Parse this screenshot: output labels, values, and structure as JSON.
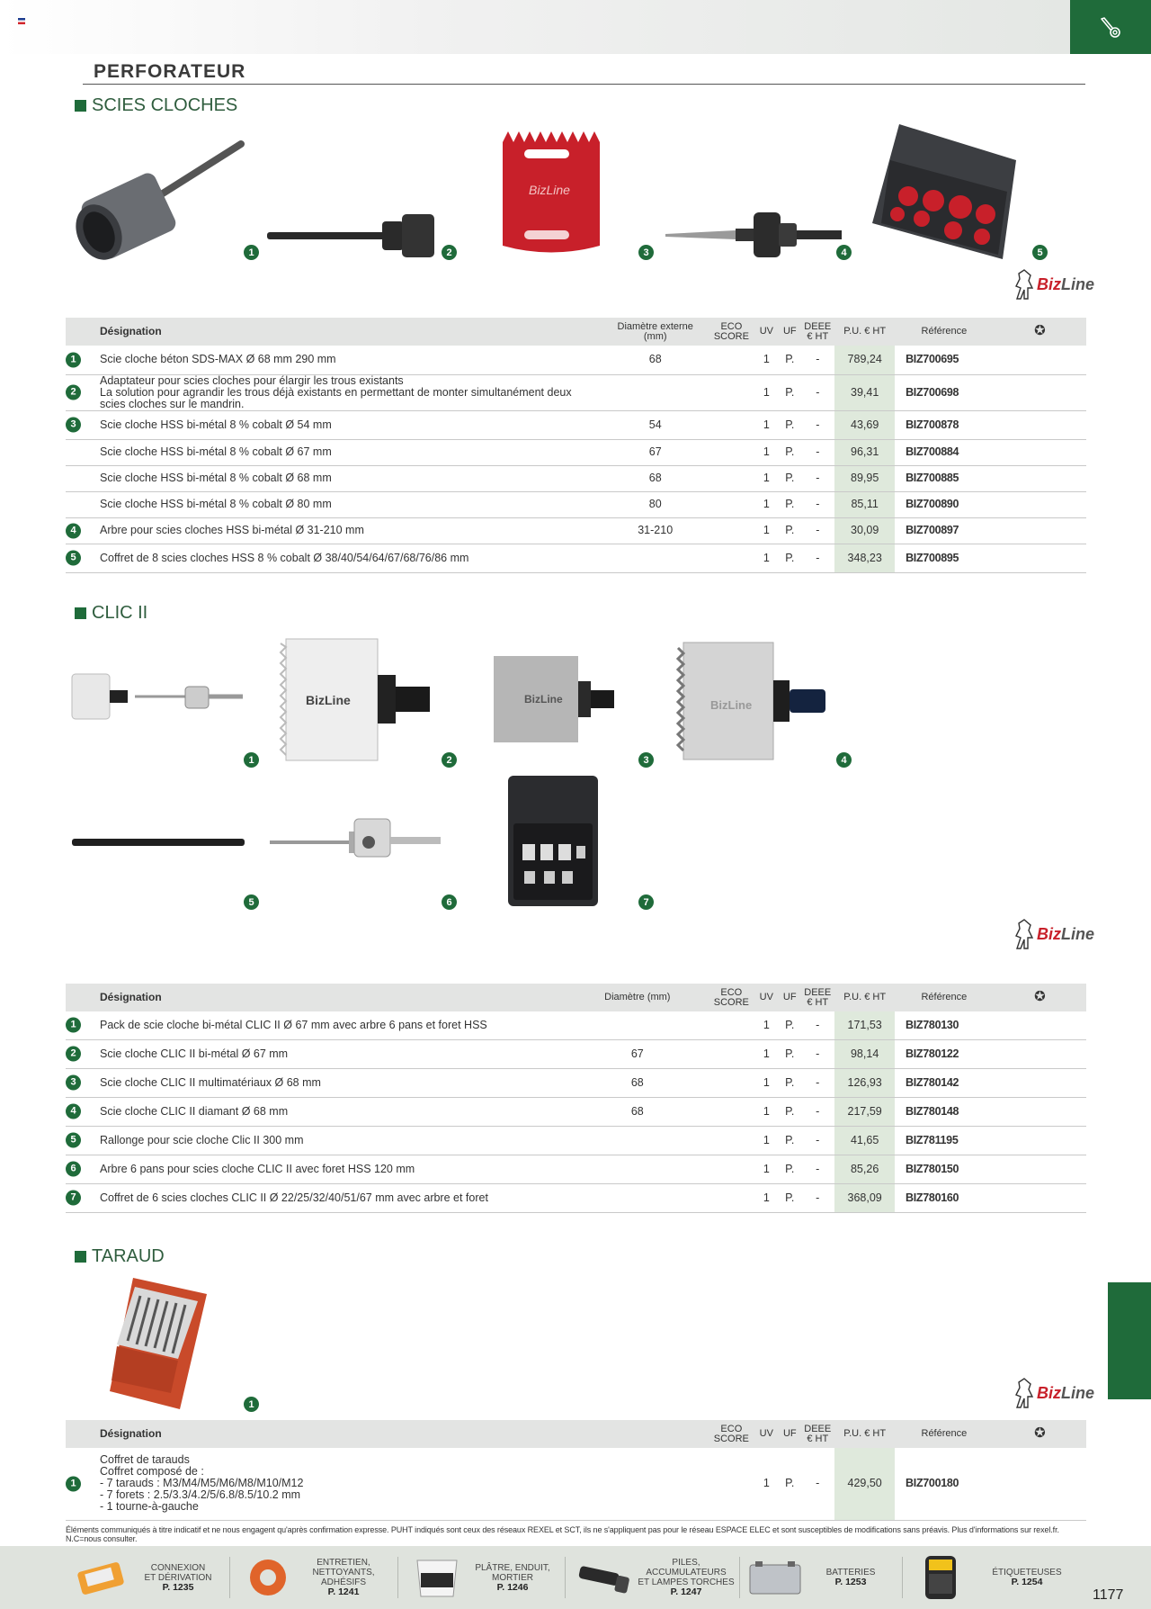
{
  "header": {
    "title": "PERFORATEUR",
    "tool_icon": "wrench-gear-icon"
  },
  "sections": [
    {
      "title": "SCIES CLOCHES"
    },
    {
      "title": "CLIC II"
    },
    {
      "title": "TARAUD"
    }
  ],
  "brand": {
    "part1": "Biz",
    "part2": "Line"
  },
  "table_headers": {
    "designation": "Désignation",
    "diam_ext": "Diamètre externe (mm)",
    "diam": "Diamètre (mm)",
    "eco1": "ECO",
    "eco2": "SCORE",
    "uv": "UV",
    "uf": "UF",
    "deee1": "DEEE",
    "deee2": "€ HT",
    "pu": "P.U. € HT",
    "ref": "Référence"
  },
  "scies_rows": [
    {
      "num": "1",
      "des": "Scie cloche béton SDS-MAX Ø 68 mm 290 mm",
      "des2": "",
      "diam": "68",
      "uv": "1",
      "uf": "P.",
      "deee": "-",
      "price": "789,24",
      "ref": "BIZ700695"
    },
    {
      "num": "2",
      "des": "Adaptateur pour scies cloches pour élargir les trous existants",
      "des2": "La solution pour agrandir les trous déjà existants en permettant de monter simultanément deux scies cloches sur le mandrin.",
      "diam": "",
      "uv": "1",
      "uf": "P.",
      "deee": "-",
      "price": "39,41",
      "ref": "BIZ700698"
    },
    {
      "num": "3",
      "des": "Scie cloche HSS bi-métal 8 % cobalt Ø 54 mm",
      "des2": "",
      "diam": "54",
      "uv": "1",
      "uf": "P.",
      "deee": "-",
      "price": "43,69",
      "ref": "BIZ700878"
    },
    {
      "num": "",
      "des": "Scie cloche HSS bi-métal 8 % cobalt Ø 67 mm",
      "des2": "",
      "diam": "67",
      "uv": "1",
      "uf": "P.",
      "deee": "-",
      "price": "96,31",
      "ref": "BIZ700884"
    },
    {
      "num": "",
      "des": "Scie cloche HSS bi-métal 8 % cobalt Ø 68 mm",
      "des2": "",
      "diam": "68",
      "uv": "1",
      "uf": "P.",
      "deee": "-",
      "price": "89,95",
      "ref": "BIZ700885"
    },
    {
      "num": "",
      "des": "Scie cloche HSS bi-métal 8 % cobalt Ø 80 mm",
      "des2": "",
      "diam": "80",
      "uv": "1",
      "uf": "P.",
      "deee": "-",
      "price": "85,11",
      "ref": "BIZ700890"
    },
    {
      "num": "4",
      "des": "Arbre pour scies cloches HSS bi-métal Ø 31-210 mm",
      "des2": "",
      "diam": "31-210",
      "uv": "1",
      "uf": "P.",
      "deee": "-",
      "price": "30,09",
      "ref": "BIZ700897"
    },
    {
      "num": "5",
      "des": "Coffret de 8 scies cloches HSS 8 % cobalt Ø 38/40/54/64/67/68/76/86 mm",
      "des2": "",
      "diam": "",
      "uv": "1",
      "uf": "P.",
      "deee": "-",
      "price": "348,23",
      "ref": "BIZ700895"
    }
  ],
  "clic_rows": [
    {
      "num": "1",
      "des": "Pack de scie cloche bi-métal CLIC II Ø 67 mm avec arbre 6 pans et foret HSS",
      "diam": "",
      "uv": "1",
      "uf": "P.",
      "deee": "-",
      "price": "171,53",
      "ref": "BIZ780130"
    },
    {
      "num": "2",
      "des": "Scie cloche CLIC II bi-métal Ø 67 mm",
      "diam": "67",
      "uv": "1",
      "uf": "P.",
      "deee": "-",
      "price": "98,14",
      "ref": "BIZ780122"
    },
    {
      "num": "3",
      "des": "Scie cloche CLIC II multimatériaux Ø 68 mm",
      "diam": "68",
      "uv": "1",
      "uf": "P.",
      "deee": "-",
      "price": "126,93",
      "ref": "BIZ780142"
    },
    {
      "num": "4",
      "des": "Scie cloche CLIC II diamant Ø 68 mm",
      "diam": "68",
      "uv": "1",
      "uf": "P.",
      "deee": "-",
      "price": "217,59",
      "ref": "BIZ780148"
    },
    {
      "num": "5",
      "des": "Rallonge pour scie cloche Clic II 300 mm",
      "diam": "",
      "uv": "1",
      "uf": "P.",
      "deee": "-",
      "price": "41,65",
      "ref": "BIZ781195"
    },
    {
      "num": "6",
      "des": "Arbre 6 pans pour scies cloche CLIC II avec foret HSS 120 mm",
      "diam": "",
      "uv": "1",
      "uf": "P.",
      "deee": "-",
      "price": "85,26",
      "ref": "BIZ780150"
    },
    {
      "num": "7",
      "des": "Coffret de 6 scies cloches CLIC II Ø 22/25/32/40/51/67 mm avec arbre et foret",
      "diam": "",
      "uv": "1",
      "uf": "P.",
      "deee": "-",
      "price": "368,09",
      "ref": "BIZ780160"
    }
  ],
  "taraud_row": {
    "num": "1",
    "lines": [
      "Coffret de tarauds",
      "Coffret composé de :",
      "- 7 tarauds : M3/M4/M5/M6/M8/M10/M12",
      "- 7 forets : 2.5/3.3/4.2/5/6.8/8.5/10.2 mm",
      "- 1 tourne-à-gauche"
    ],
    "uv": "1",
    "uf": "P.",
    "deee": "-",
    "price": "429,50",
    "ref": "BIZ700180"
  },
  "footnote": "Éléments communiqués à titre indicatif et ne nous engagent qu'après confirmation expresse. PUHT indiqués sont ceux des réseaux REXEL et SCT, ils ne s'appliquent pas pour le réseau ESPACE ELEC et sont susceptibles de modifications sans préavis. Plus d'informations sur rexel.fr. N.C=nous consulter.",
  "footer": [
    {
      "l1": "CONNEXION",
      "l2": "ET DÉRIVATION",
      "l3": "",
      "page": "P. 1235"
    },
    {
      "l1": "ENTRETIEN,",
      "l2": "NETTOYANTS,",
      "l3": "ADHÉSIFS",
      "page": "P. 1241"
    },
    {
      "l1": "PLÂTRE, ENDUIT,",
      "l2": "MORTIER",
      "l3": "",
      "page": "P. 1246"
    },
    {
      "l1": "PILES, ACCUMULATEURS",
      "l2": "ET LAMPES TORCHES",
      "l3": "",
      "page": "P. 1247"
    },
    {
      "l1": "BATTERIES",
      "l2": "",
      "l3": "",
      "page": "P. 1253"
    },
    {
      "l1": "ÉTIQUETEUSES",
      "l2": "",
      "l3": "",
      "page": "P. 1254"
    }
  ],
  "page_number": "1177"
}
